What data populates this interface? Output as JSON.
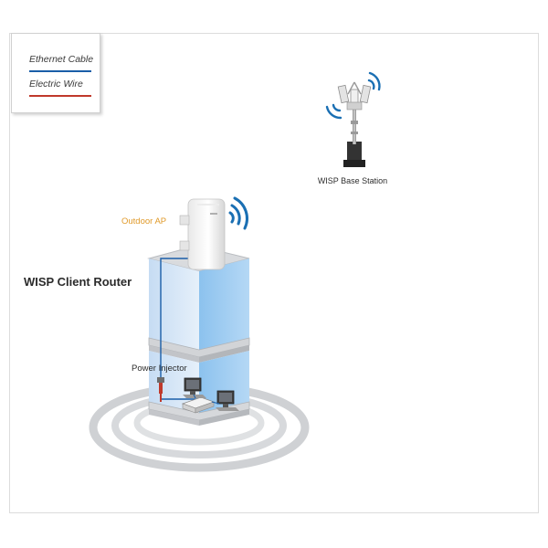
{
  "legend": {
    "ethernet_label": "Ethernet Cable",
    "electric_label": "Electric Wire",
    "ethernet_color": "#1a5ea8",
    "electric_color": "#c0392b"
  },
  "labels": {
    "base_station": "WISP Base Station",
    "outdoor_ap": "Outdoor AP",
    "client_router": "WISP Client Router",
    "power_injector": "Power Injector"
  },
  "colors": {
    "wave_blue": "#1a6fb3",
    "outdoor_ap_text": "#e09a2a",
    "building_blue": "#9cc8f0",
    "floor_gray": "#d9dbde"
  },
  "icons": [
    "base-station-tower-icon",
    "outdoor-ap-icon",
    "wifi-signal-icon",
    "power-injector-icon",
    "switch-icon",
    "computer-icon"
  ]
}
